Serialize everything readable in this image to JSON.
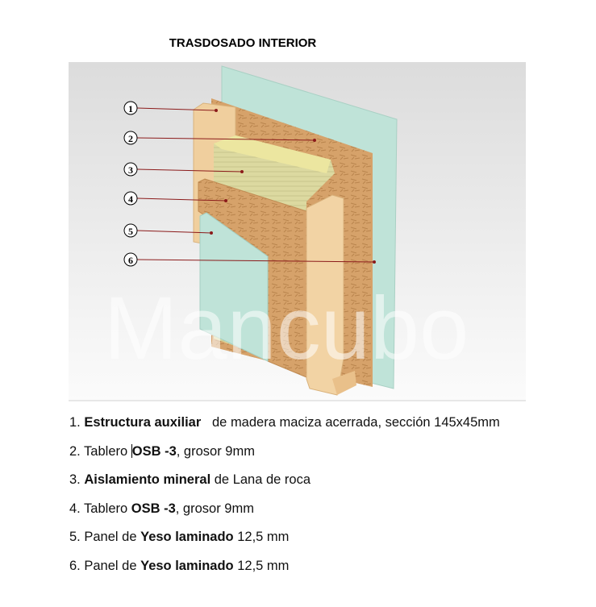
{
  "title": "TRASDOSADO INTERIOR",
  "watermark": "Mancubo",
  "callouts": [
    "1",
    "2",
    "3",
    "4",
    "5",
    "6"
  ],
  "items": [
    {
      "num": "1. ",
      "bold": "Estructura auxiliar",
      "rest": "   de madera maciza acerrada, sección 145x45mm"
    },
    {
      "num": "2. ",
      "pre": "Tablero ",
      "bold": "OSB -3",
      "rest": ", grosor 9mm"
    },
    {
      "num": "3. ",
      "bold": "Aislamiento mineral",
      "rest": " de Lana de roca"
    },
    {
      "num": "4. ",
      "pre": "Tablero ",
      "bold": "OSB -3",
      "rest": ", grosor 9mm"
    },
    {
      "num": "5. ",
      "pre": "Panel de ",
      "bold": "Yeso laminado",
      "rest": " 12,5 mm"
    },
    {
      "num": "6. ",
      "pre": "Panel de ",
      "bold": "Yeso laminado",
      "rest": " 12,5 mm"
    }
  ],
  "colors": {
    "gypsum": "#bfe3d8",
    "osb": "#d9a56a",
    "wood": "#f0cf9e",
    "wool": "#e6e2a8",
    "leader": "#8b1a1a"
  }
}
